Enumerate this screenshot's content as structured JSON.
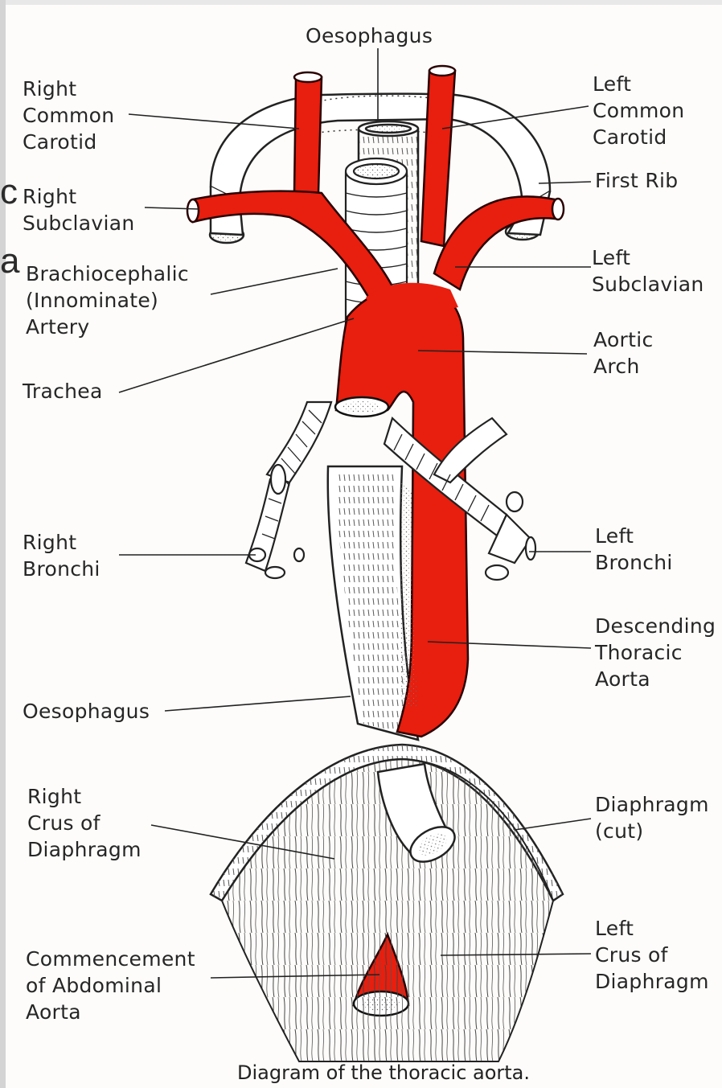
{
  "labels": {
    "oesophagus_top": "Oesophagus",
    "right_common_carotid": "Right\nCommon\nCarotid",
    "left_common_carotid": "Left\nCommon\nCarotid",
    "first_rib": "First Rib",
    "right_subclavian": "Right\nSubclavian",
    "left_subclavian": "Left\nSubclavian",
    "brachiocephalic": "Brachiocephalic\n(Innominate)\nArtery",
    "aortic_arch": "Aortic\nArch",
    "trachea": "Trachea",
    "right_bronchi": "Right\nBronchi",
    "left_bronchi": "Left\nBronchi",
    "descending_thoracic_aorta": "Descending\nThoracic\nAorta",
    "oesophagus_lower": "Oesophagus",
    "right_crus": "Right\nCrus of\nDiaphragm",
    "diaphragm_cut": "Diaphragm\n(cut)",
    "left_crus": "Left\nCrus of\nDiaphragm",
    "abdominal_aorta": "Commencement\nof Abdominal\nAorta"
  },
  "caption": "Diagram of the thoracic aorta.",
  "edge_glyphs": [
    "c",
    "a"
  ],
  "colors": {
    "artery_red": "#e81e0e",
    "ink": "#222222",
    "title_fragment_red": "#cc1111"
  }
}
